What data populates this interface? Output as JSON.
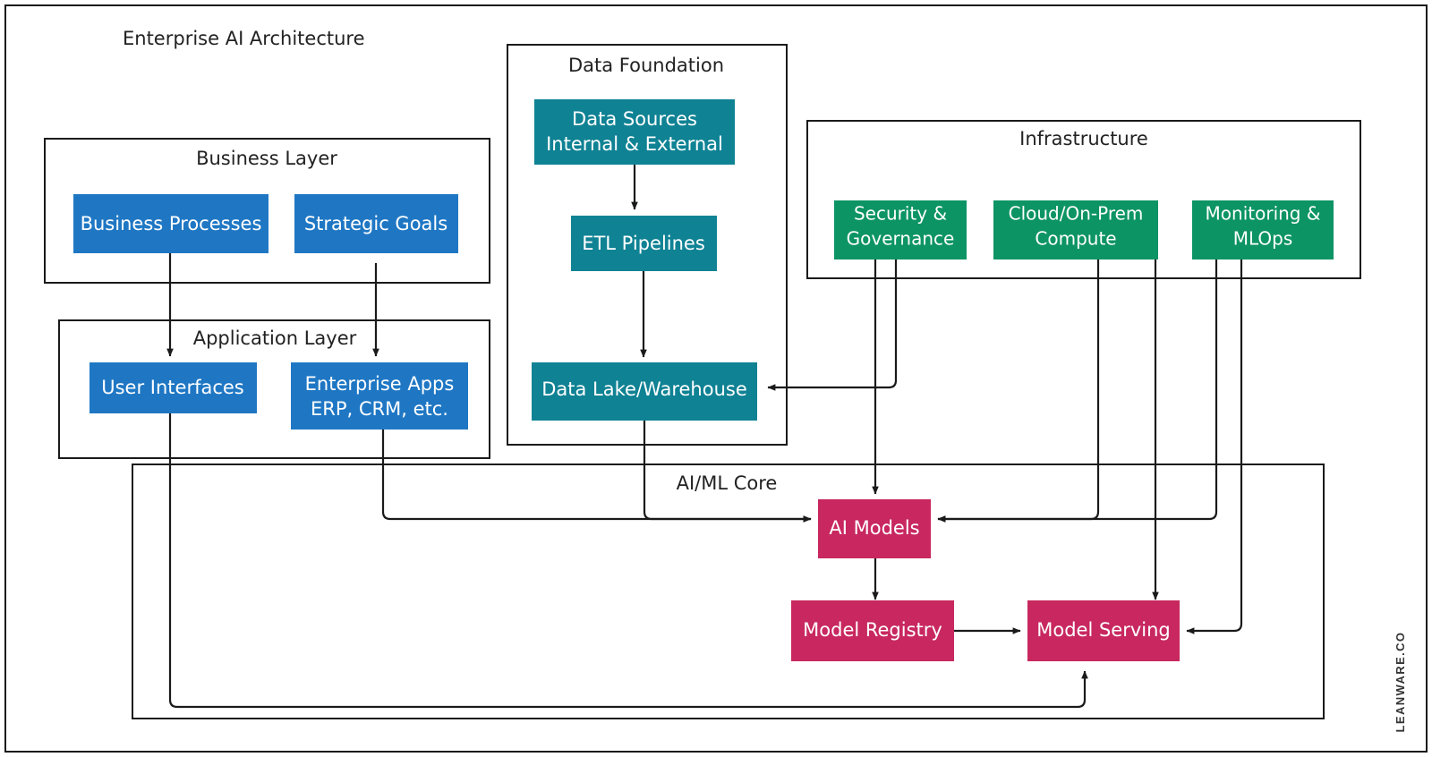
{
  "diagram": {
    "title": "Enterprise AI Architecture",
    "watermark": "LEANWARE.CO",
    "colors": {
      "business": "#1f77c4",
      "data": "#0f8294",
      "infrastructure": "#0d9465",
      "aiml": "#c8285f",
      "stroke": "#1a1a1a",
      "text_dark": "#222222",
      "text_light": "#ffffff",
      "background": "#ffffff"
    },
    "groups": [
      {
        "id": "business-layer",
        "title": "Business Layer"
      },
      {
        "id": "application-layer",
        "title": "Application Layer"
      },
      {
        "id": "data-foundation",
        "title": "Data Foundation"
      },
      {
        "id": "infrastructure",
        "title": "Infrastructure"
      },
      {
        "id": "aiml-core",
        "title": "AI/ML Core"
      }
    ],
    "nodes": [
      {
        "id": "business-processes",
        "group": "business-layer",
        "line1": "Business Processes",
        "line2": ""
      },
      {
        "id": "strategic-goals",
        "group": "business-layer",
        "line1": "Strategic Goals",
        "line2": ""
      },
      {
        "id": "user-interfaces",
        "group": "application-layer",
        "line1": "User Interfaces",
        "line2": ""
      },
      {
        "id": "enterprise-apps",
        "group": "application-layer",
        "line1": "Enterprise Apps",
        "line2": "ERP, CRM, etc."
      },
      {
        "id": "data-sources",
        "group": "data-foundation",
        "line1": "Data Sources",
        "line2": "Internal & External"
      },
      {
        "id": "etl-pipelines",
        "group": "data-foundation",
        "line1": "ETL Pipelines",
        "line2": ""
      },
      {
        "id": "data-lake",
        "group": "data-foundation",
        "line1": "Data Lake/Warehouse",
        "line2": ""
      },
      {
        "id": "security-governance",
        "group": "infrastructure",
        "line1": "Security &",
        "line2": "Governance"
      },
      {
        "id": "cloud-compute",
        "group": "infrastructure",
        "line1": "Cloud/On-Prem",
        "line2": "Compute"
      },
      {
        "id": "monitoring-mlops",
        "group": "infrastructure",
        "line1": "Monitoring &",
        "line2": "MLOps"
      },
      {
        "id": "ai-models",
        "group": "aiml-core",
        "line1": "AI Models",
        "line2": ""
      },
      {
        "id": "model-registry",
        "group": "aiml-core",
        "line1": "Model Registry",
        "line2": ""
      },
      {
        "id": "model-serving",
        "group": "aiml-core",
        "line1": "Model Serving",
        "line2": ""
      }
    ],
    "edges": [
      {
        "from": "business-processes",
        "to": "user-interfaces"
      },
      {
        "from": "strategic-goals",
        "to": "enterprise-apps"
      },
      {
        "from": "data-sources",
        "to": "etl-pipelines"
      },
      {
        "from": "etl-pipelines",
        "to": "data-lake"
      },
      {
        "from": "security-governance",
        "to": "data-lake"
      },
      {
        "from": "security-governance",
        "to": "ai-models"
      },
      {
        "from": "enterprise-apps",
        "to": "ai-models"
      },
      {
        "from": "data-lake",
        "to": "ai-models"
      },
      {
        "from": "cloud-compute",
        "to": "ai-models"
      },
      {
        "from": "cloud-compute",
        "to": "model-serving"
      },
      {
        "from": "monitoring-mlops",
        "to": "ai-models"
      },
      {
        "from": "monitoring-mlops",
        "to": "model-serving"
      },
      {
        "from": "ai-models",
        "to": "model-registry"
      },
      {
        "from": "model-registry",
        "to": "model-serving"
      },
      {
        "from": "user-interfaces",
        "to": "model-serving"
      }
    ]
  }
}
